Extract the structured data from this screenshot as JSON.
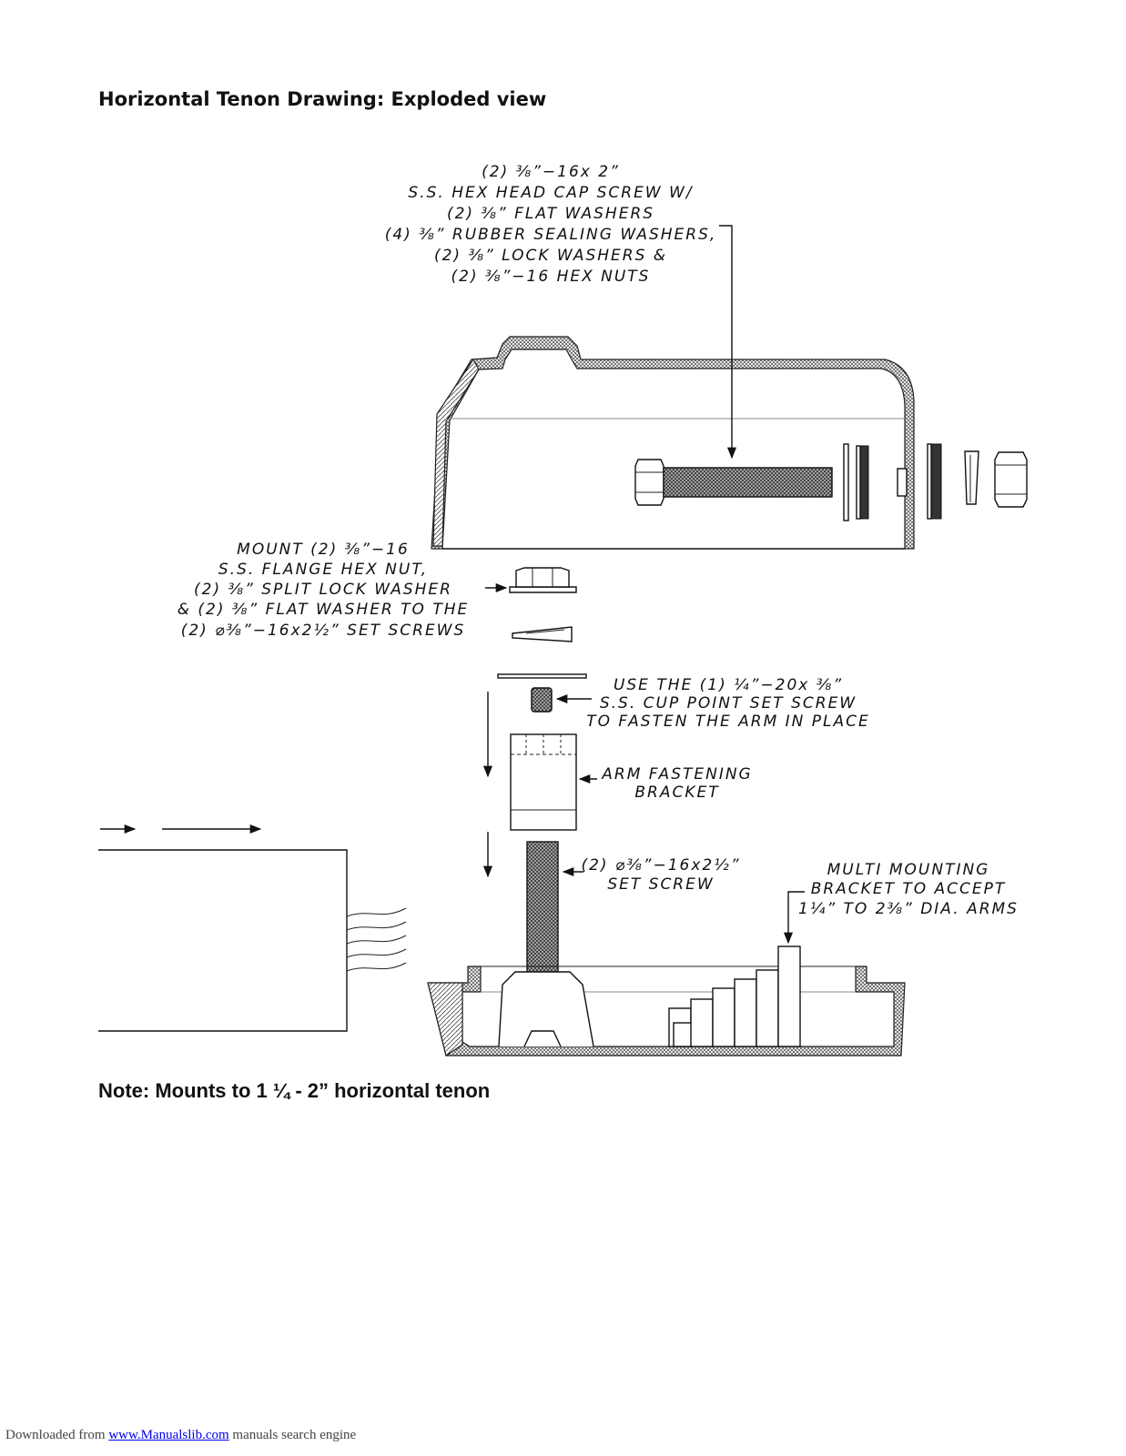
{
  "page": {
    "title": "Horizontal Tenon Drawing: Exploded view",
    "note": "Note: Mounts to 1 ¼ - 2” horizontal tenon"
  },
  "callouts": {
    "hardware": {
      "line1": "(2) ⅜”−16x 2”",
      "line2": "S.S. HEX HEAD CAP SCREW W/",
      "line3": "(2) ⅜” FLAT WASHERS",
      "line4": "(4) ⅜” RUBBER SEALING WASHERS,",
      "line5": "(2) ⅜” LOCK WASHERS &",
      "line6": "(2) ⅜”−16 HEX NUTS"
    },
    "flange_nut": {
      "line1": "MOUNT (2) ⅜”−16",
      "line2": "S.S. FLANGE HEX NUT,",
      "line3": "(2) ⅜” SPLIT LOCK WASHER",
      "line4": "& (2) ⅜” FLAT WASHER TO THE",
      "line5": "(2) ⌀⅜”−16x2½” SET SCREWS"
    },
    "cup_point": {
      "line1": "USE THE (1) ¼”−20x ⅜”",
      "line2": "S.S. CUP POINT SET SCREW",
      "line3": "TO FASTEN THE ARM IN PLACE"
    },
    "arm_bracket": {
      "line1": "ARM FASTENING",
      "line2": "BRACKET"
    },
    "set_screw": {
      "line1": "(2) ⌀⅜”−16x2½”",
      "line2": "SET SCREW"
    },
    "multi_bracket": {
      "line1": "MULTI MOUNTING",
      "line2": "BRACKET TO ACCEPT",
      "line3": "1¼” TO 2⅜” DIA. ARMS"
    }
  },
  "footer": {
    "prefix": "Downloaded from ",
    "link_text": "www.Manualslib.com",
    "suffix": "  manuals search engine"
  }
}
